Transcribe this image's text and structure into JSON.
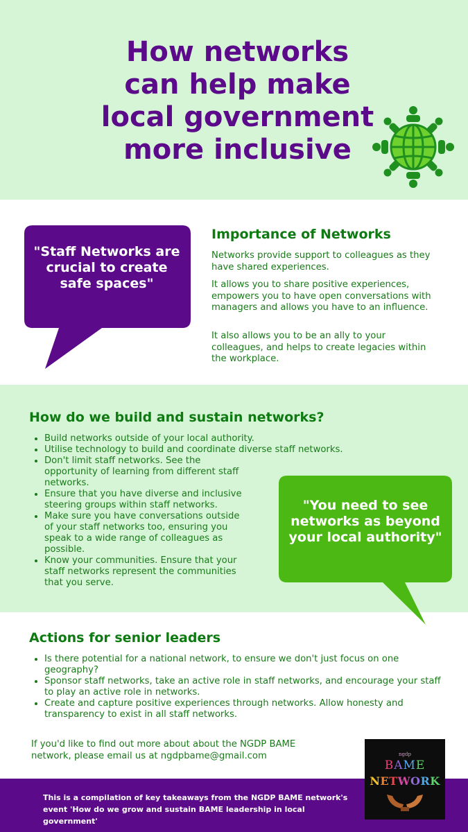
{
  "header": {
    "title_lines": [
      "How networks",
      "can help make",
      "local government",
      "more inclusive"
    ]
  },
  "importance": {
    "quote": "\"Staff Networks are crucial to create safe spaces\"",
    "heading": "Importance of Networks",
    "paragraphs": [
      "Networks provide support to colleagues as they have shared experiences.",
      "It allows you to share positive experiences, empowers you to have open conversations with managers and allows you have to an influence.",
      "It also allows you to be an ally to your colleagues, and helps to create legacies within the workplace."
    ]
  },
  "build": {
    "heading": "How do we build and sustain networks?",
    "items": [
      "Build networks outside of your local authority.",
      "Utilise technology to build and coordinate diverse staff networks.",
      "Don't limit staff networks. See the opportunity of learning from different staff networks.",
      "Ensure that you have diverse and inclusive steering groups within staff networks.",
      "Make sure you have conversations outside of your staff networks too, ensuring you speak to a wide range of colleagues as possible.",
      "Know your communities. Ensure that your staff networks represent the communities that you serve."
    ],
    "quote": "\"You need to see networks as beyond your local authority\""
  },
  "actions": {
    "heading": "Actions for senior leaders",
    "items": [
      "Is there potential for a national network, to ensure we don't just focus on one geography?",
      "Sponsor staff networks, take an active role in staff networks, and encourage your staff to play an active role in networks.",
      "Create and capture positive experiences through networks. Allow honesty and transparency to exist in all staff networks."
    ],
    "contact": "If you'd like to find out more about about the NGDP BAME network, please email us at ngdpbame@gmail.com"
  },
  "logo": {
    "small": "ngdp",
    "bame": "BAME",
    "network": "NETWORK"
  },
  "footer": {
    "text": "This is a compilation of key takeaways from the NGDP BAME network's event 'How do we grow and sustain BAME leadership in local government'"
  },
  "colors": {
    "purple": "#5b0a8a",
    "dark_green": "#0e7a12",
    "bright_green": "#4cb814",
    "light_green_bg": "#d6f5d6"
  },
  "icons": {
    "header": "globe-network-icon",
    "logo": "hands-icon"
  }
}
